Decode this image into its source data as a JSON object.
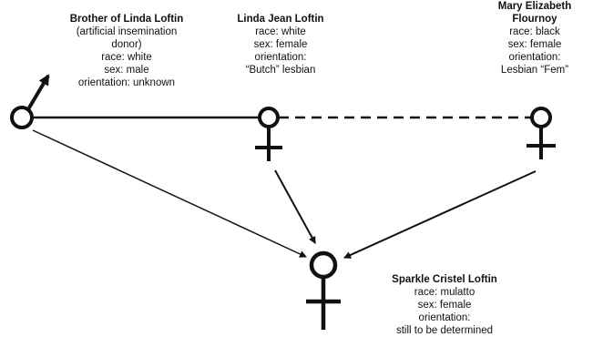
{
  "people": {
    "donor": {
      "name": "Brother of Linda Loftin",
      "lines": [
        "(artificial insemination",
        "donor)",
        "race: white",
        "sex: male",
        "orientation: unknown"
      ]
    },
    "linda": {
      "name": "Linda Jean Loftin",
      "lines": [
        "race: white",
        "sex: female",
        "orientation:",
        "“Butch” lesbian"
      ]
    },
    "mary": {
      "name_lines": [
        "Mary Elizabeth",
        "Flournoy"
      ],
      "lines": [
        "race: black",
        "sex: female",
        "orientation:",
        "Lesbian “Fem”"
      ]
    },
    "sparkle": {
      "name": "Sparkle Cristel Loftin",
      "lines": [
        "race: mulatto",
        "sex: female",
        "orientation:",
        "still to be determined"
      ]
    }
  },
  "colors": {
    "ink": "#111111",
    "background": "#ffffff"
  }
}
